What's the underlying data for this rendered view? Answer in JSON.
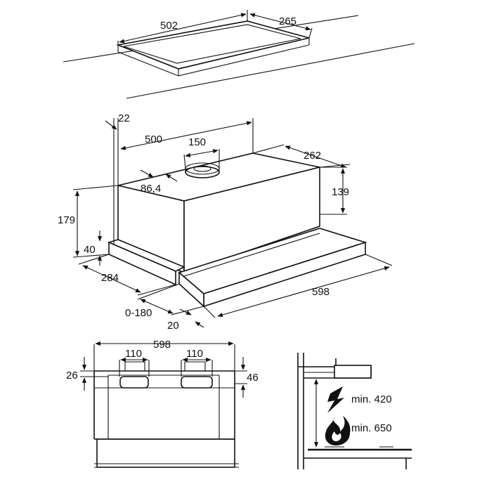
{
  "cutout": {
    "width": "502",
    "depth": "265"
  },
  "hood": {
    "top_offset": "22",
    "vent_position": "500",
    "vent_diameter": "150",
    "vent_to_back": "86,4",
    "depth": "262",
    "body_height": "139",
    "total_height": "179",
    "front_height": "40",
    "body_depth": "284",
    "extension": "0-180",
    "front_thickness": "20",
    "width": "598"
  },
  "front_view": {
    "width": "598",
    "filter_left": "110",
    "filter_right": "110",
    "left_offset": "26",
    "right_offset": "46"
  },
  "install": {
    "electric_min": "min. 420",
    "gas_min": "min. 650",
    "electric_icon": "lightning-icon",
    "gas_icon": "flame-icon"
  }
}
